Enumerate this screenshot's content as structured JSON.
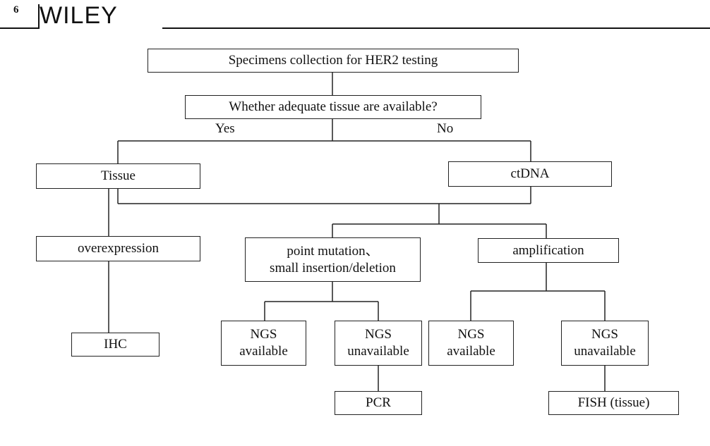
{
  "header": {
    "page_number": "6",
    "brand": "WILEY"
  },
  "nodes": {
    "root": "Specimens collection for HER2 testing",
    "question": "Whether adequate tissue are available?",
    "tissue": "Tissue",
    "ctdna": "ctDNA",
    "overexpression": "overexpression",
    "point_mutation_line1": "point mutation、",
    "point_mutation_line2": "small insertion/deletion",
    "amplification": "amplification",
    "ihc": "IHC",
    "ngs_available_1_line1": "NGS",
    "ngs_available_1_line2": "available",
    "ngs_unavailable_1_line1": "NGS",
    "ngs_unavailable_1_line2": "unavailable",
    "ngs_available_2_line1": "NGS",
    "ngs_available_2_line2": "available",
    "ngs_unavailable_2_line1": "NGS",
    "ngs_unavailable_2_line2": "unavailable",
    "pcr": "PCR",
    "fish": "FISH (tissue)"
  },
  "edges": {
    "yes": "Yes",
    "no": "No"
  }
}
